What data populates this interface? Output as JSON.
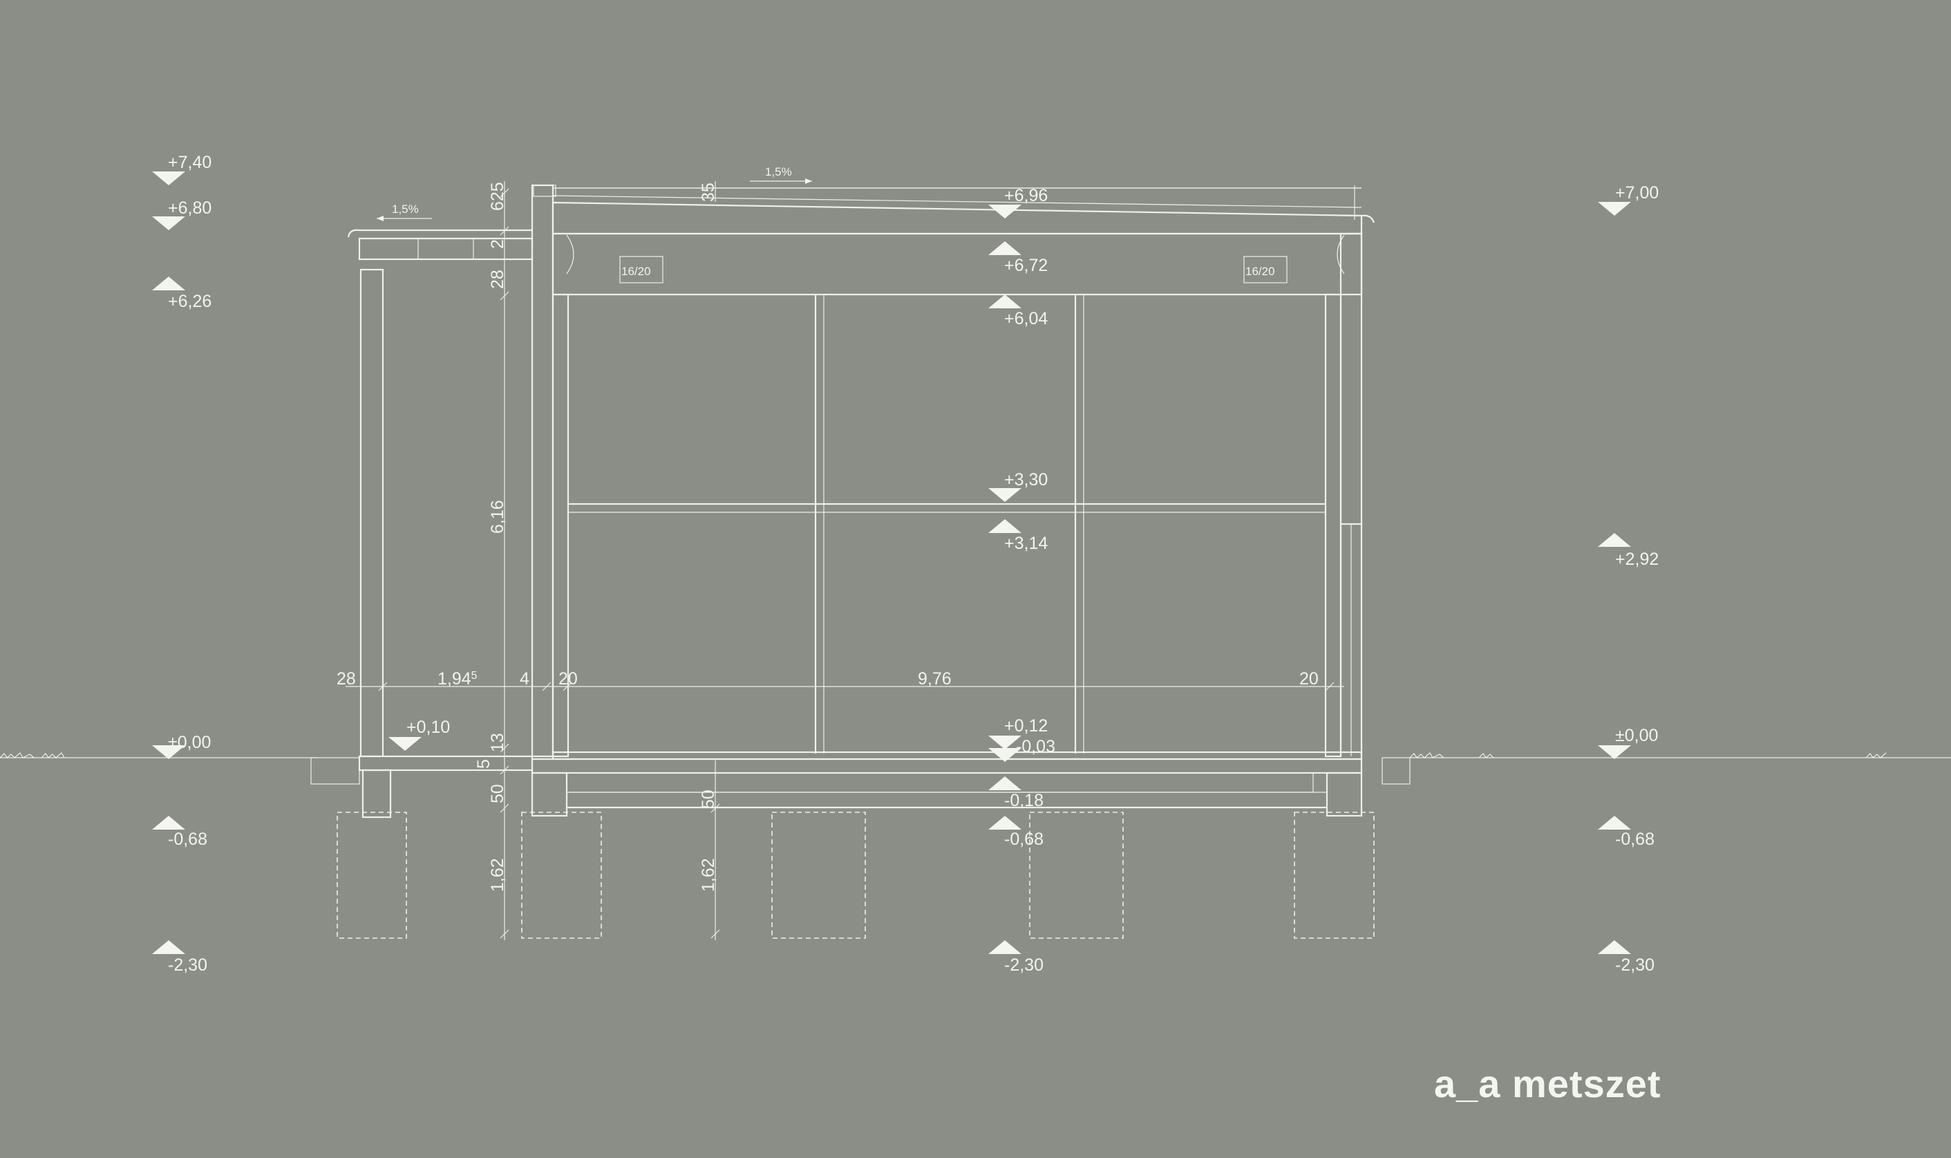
{
  "title": "a_a metszet",
  "levels_left": {
    "p740": "+7,40",
    "p680": "+6,80",
    "p626": "+6,26",
    "p000": "±0,00",
    "m068": "-0,68",
    "m230": "-2,30"
  },
  "levels_center": {
    "p696": "+6,96",
    "p672": "+6,72",
    "p604": "+6,04",
    "p330": "+3,30",
    "p314": "+3,14",
    "p012": "+0,12",
    "m003": "-0,03",
    "m018": "-0,18",
    "m068": "-0,68",
    "m230": "-2,30"
  },
  "levels_right": {
    "p700": "+7,00",
    "p292": "+2,92",
    "p000": "±0,00",
    "m068": "-0,68",
    "m230": "-2,30"
  },
  "level_porch": "+0,10",
  "dimensions": {
    "d28_bottom": "28",
    "d194": "1,94",
    "d194_sup": "5",
    "d4": "4",
    "d20_left": "20",
    "d976": "9,76",
    "d20_right": "20",
    "v625": "625",
    "v2": "2",
    "v28": "28",
    "v616": "6,16",
    "v13": "13",
    "v5": "5",
    "v50": "50",
    "v162": "1,62",
    "v35": "35",
    "v50b": "50",
    "v162b": "1,62"
  },
  "slopes": {
    "roof": "1,5%",
    "canopy": "1,5%"
  },
  "beam_labels": {
    "left": "16/20",
    "right": "16/20"
  }
}
